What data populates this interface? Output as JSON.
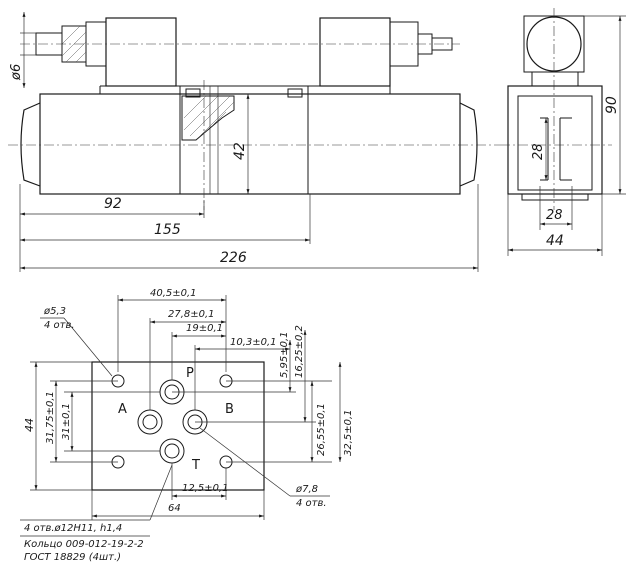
{
  "side_view": {
    "shaft_dia": "ø6",
    "dim_92": "92",
    "dim_155": "155",
    "dim_226": "226",
    "dim_42": "42"
  },
  "end_view": {
    "dim_90": "90",
    "dim_28_v": "28",
    "dim_28_h": "28",
    "dim_44": "44"
  },
  "mounting_face": {
    "ports": {
      "P": "P",
      "A": "A",
      "B": "B",
      "T": "T"
    },
    "dims": {
      "d40_5": "40,5±0,1",
      "d27_8": "27,8±0,1",
      "d19": "19±0,1",
      "d10_3": "10,3±0,1",
      "d5_95": "5,95±0,1",
      "d16_25": "16,25±0,2",
      "d26_55": "26,55±0,1",
      "d32_5": "32,5±0,1",
      "d31_75": "31,75±0,1",
      "d31": "31±0,1",
      "d44": "44",
      "d12_5": "12,5±0,1",
      "d64": "64"
    },
    "hole_note_dia": "ø5,3",
    "hole_note_qty": "4 отв.",
    "port_note_dia": "ø7,8",
    "port_note_qty": "4 отв.",
    "notes": [
      "4 отв.ø12H11, h1,4",
      "Кольцо 009-012-19-2-2",
      "ГОСТ 18829 (4шт.)"
    ]
  }
}
